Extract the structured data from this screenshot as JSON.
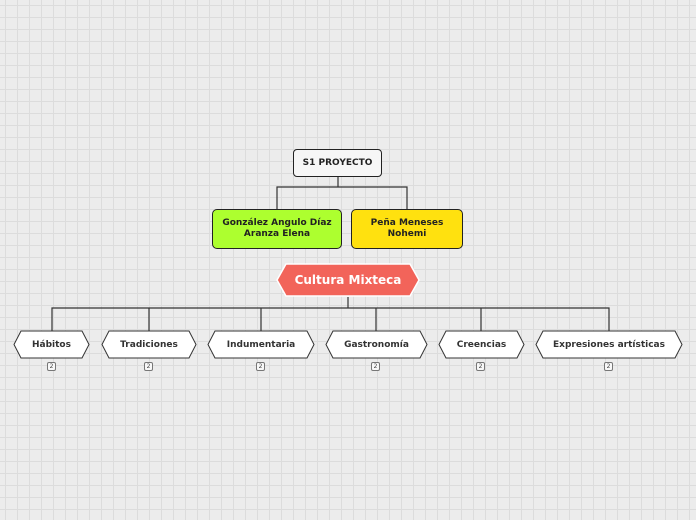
{
  "project": {
    "label": "S1 PROYECTO"
  },
  "authors": [
    {
      "label": "González Angulo Díaz Aranza Elena",
      "color": "#adff2f"
    },
    {
      "label": "Peña Meneses Nohemi",
      "color": "#ffe10f"
    }
  ],
  "main_topic": {
    "label": "Cultura Mixteca",
    "color": "#f2645a"
  },
  "branches": [
    {
      "label": "Hábitos",
      "count": "2"
    },
    {
      "label": "Tradiciones",
      "count": "2"
    },
    {
      "label": "Indumentaria",
      "count": "2"
    },
    {
      "label": "Gastronomía",
      "count": "2"
    },
    {
      "label": "Creencias",
      "count": "2"
    },
    {
      "label": "Expresiones artísticas",
      "count": "2"
    }
  ]
}
